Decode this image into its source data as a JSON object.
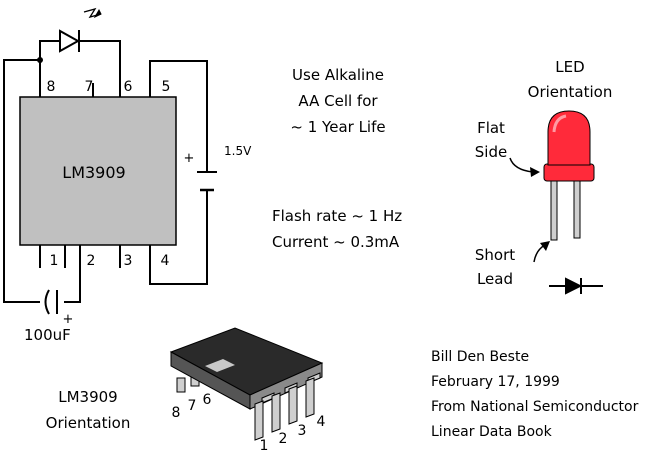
{
  "chip": {
    "label": "LM3909",
    "pins": [
      "8",
      "7",
      "6",
      "5",
      "1",
      "2",
      "3",
      "4"
    ]
  },
  "battery": {
    "plus": "+",
    "voltage": "1.5V"
  },
  "capacitor": {
    "plus": "+",
    "value": "100uF"
  },
  "notes": {
    "battery_line1": "Use Alkaline",
    "battery_line2": "AA Cell for",
    "battery_line3": "~ 1 Year Life",
    "flash_rate": "Flash rate ~ 1 Hz",
    "current": "Current ~ 0.3mA"
  },
  "led_orientation": {
    "title_line1": "LED",
    "title_line2": "Orientation",
    "flat_line1": "Flat",
    "flat_line2": "Side",
    "short_line1": "Short",
    "short_line2": "Lead"
  },
  "package": {
    "title_line1": "LM3909",
    "title_line2": "Orientation",
    "top_pins": [
      "8",
      "7",
      "6"
    ],
    "bottom_pins": [
      "1",
      "2",
      "3",
      "4"
    ]
  },
  "credits": {
    "line1": "Bill Den Beste",
    "line2": "February 17, 1999",
    "line3": "From National Semiconductor",
    "line4": "Linear Data Book"
  },
  "colors": {
    "chip_fill": "#c0c0c0",
    "led_red": "#ff2a3a",
    "package_top": "#2a2a2a",
    "lead_gray": "#cfcfcf"
  }
}
